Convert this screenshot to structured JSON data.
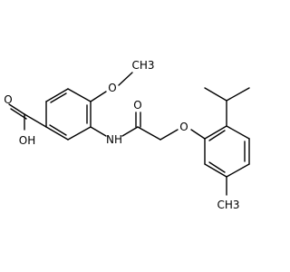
{
  "structure": {
    "atoms": {
      "O_ketone": "O",
      "OH": "OH",
      "NH": "NH",
      "O_ether": "O",
      "O_methoxy": "O",
      "methoxy_methyl": "CH3",
      "aryl_methyl": "CH3"
    }
  },
  "colors": {
    "bond": "#000000",
    "label": "#000000",
    "background": "#ffffff"
  }
}
